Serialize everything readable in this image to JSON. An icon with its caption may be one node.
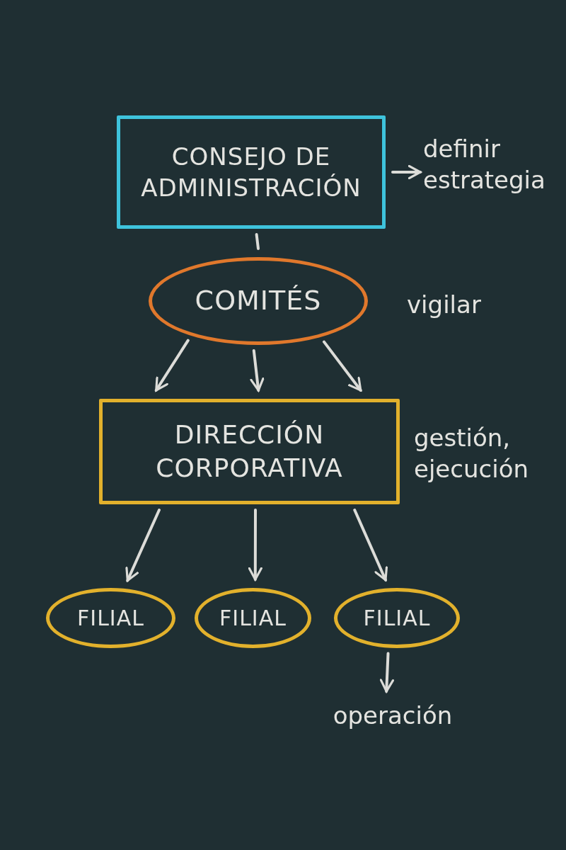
{
  "diagram": {
    "nodes": [
      {
        "text": [
          "CONSEJO DE ADMINISTRACIÓN"
        ]
      },
      {
        "text": [
          "definir estrategia"
        ]
      },
      {
        "text": [
          "COMITÉS"
        ],
        "beside": [
          "vigilar"
        ]
      },
      {
        "text": [
          "DIRECCIÓN CORPORATIVA"
        ],
        "beside": [
          "gestión, ejecución"
        ]
      },
      {
        "text": [
          "FILIAL"
        ]
      },
      {
        "text": [
          "FILIAL"
        ]
      },
      {
        "text": [
          "FILIAL"
        ]
      },
      {
        "text": [
          "operación"
        ]
      }
    ],
    "edges": [
      {
        "from": 0,
        "to": 1,
        "arrow": "to"
      },
      {
        "from": 0,
        "to": 2,
        "arrow": "none"
      },
      {
        "from": 2,
        "to": 3,
        "arrow": "to"
      },
      {
        "from": 2,
        "to": 3,
        "arrow": "to"
      },
      {
        "from": 2,
        "to": 3,
        "arrow": "to"
      },
      {
        "from": 3,
        "to": 4,
        "arrow": "to"
      },
      {
        "from": 3,
        "to": 5,
        "arrow": "to"
      },
      {
        "from": 3,
        "to": 6,
        "arrow": "to"
      },
      {
        "from": 6,
        "to": 7,
        "arrow": "to"
      }
    ]
  }
}
